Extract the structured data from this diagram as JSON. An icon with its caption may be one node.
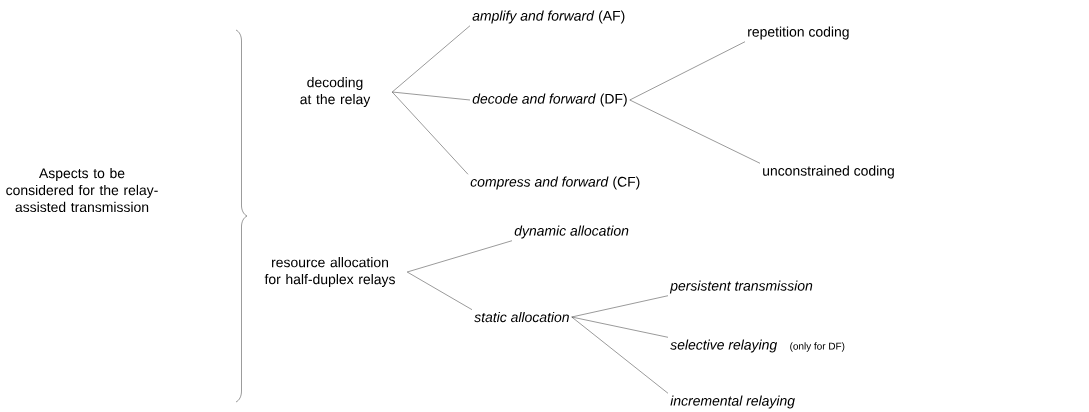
{
  "diagram": {
    "nodes": [
      {
        "text": [
          "Aspects to be considered for the relay-assisted transmission"
        ]
      },
      {
        "text": [
          "decoding at the relay"
        ]
      },
      {
        "text": [
          "resource allocation for half-duplex relays"
        ]
      },
      {
        "text": [
          "*amplify and forward* (AF)"
        ]
      },
      {
        "text": [
          "*decode and forward* (DF)"
        ]
      },
      {
        "text": [
          "*compress and forward* (CF)"
        ]
      },
      {
        "text": [
          "repetition coding"
        ]
      },
      {
        "text": [
          "unconstrained coding"
        ]
      },
      {
        "text": [
          "dynamic allocation"
        ]
      },
      {
        "text": [
          "static allocation"
        ]
      },
      {
        "text": [
          "persistent transmission"
        ]
      },
      {
        "text": [
          "selective relaying"
        ],
        "beside": [
          "(only for DF)"
        ]
      },
      {
        "text": [
          "incremental relaying"
        ]
      }
    ],
    "edges": [
      {
        "from": 1,
        "to": 3,
        "arrow": "none"
      },
      {
        "from": 1,
        "to": 4,
        "arrow": "none"
      },
      {
        "from": 1,
        "to": 5,
        "arrow": "none"
      },
      {
        "from": 4,
        "to": 6,
        "arrow": "none"
      },
      {
        "from": 4,
        "to": 7,
        "arrow": "none"
      },
      {
        "from": 2,
        "to": 8,
        "arrow": "none"
      },
      {
        "from": 2,
        "to": 9,
        "arrow": "none"
      },
      {
        "from": 9,
        "to": 10,
        "arrow": "none"
      },
      {
        "from": 9,
        "to": 11,
        "arrow": "none"
      },
      {
        "from": 9,
        "to": 12,
        "arrow": "none"
      }
    ]
  }
}
